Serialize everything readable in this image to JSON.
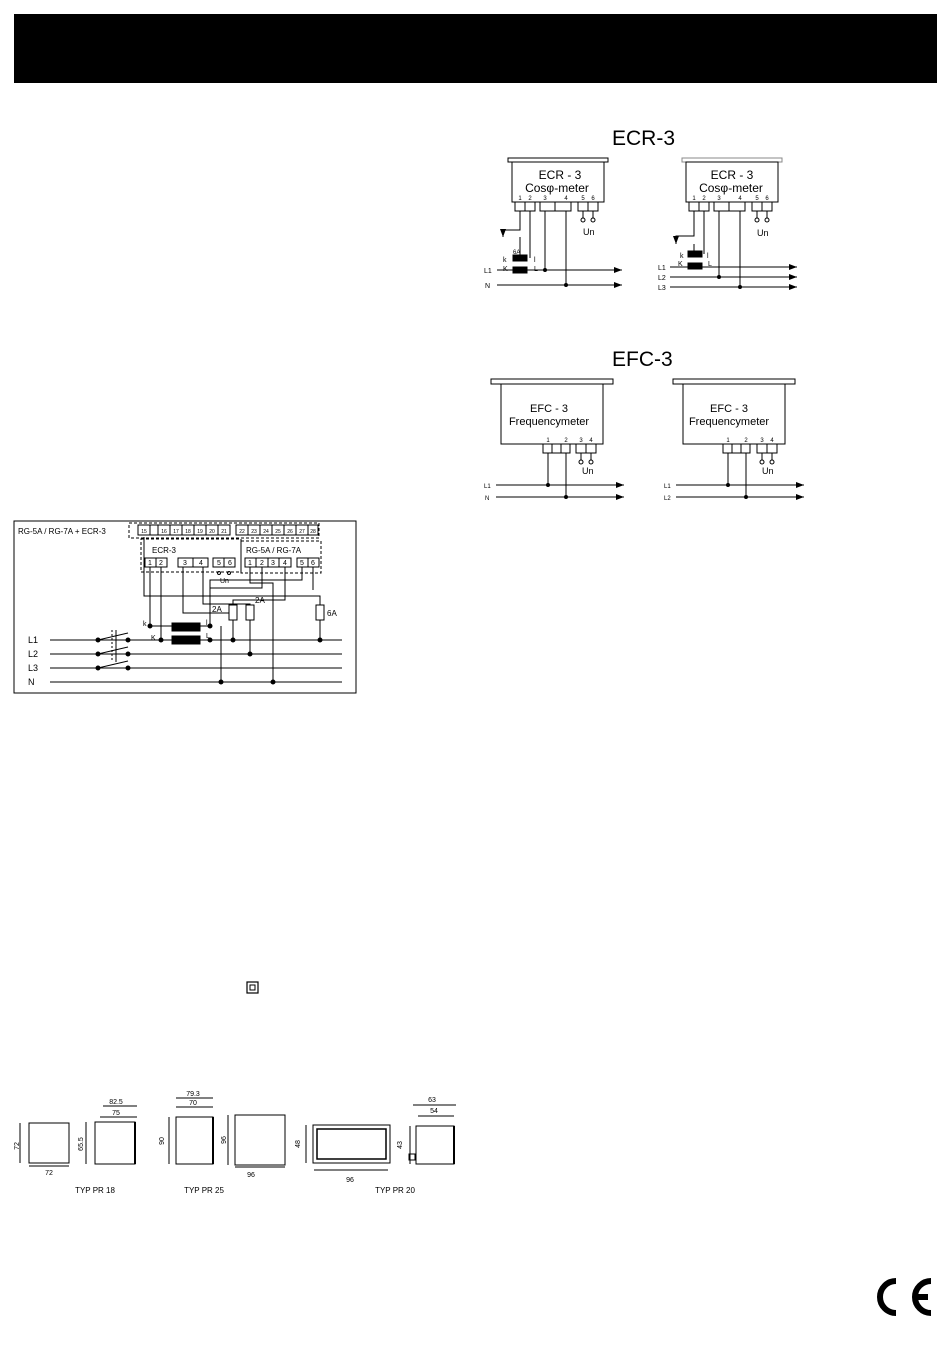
{
  "page": {
    "ecr_heading": "ECR-3",
    "efc_heading": "EFC-3"
  },
  "ecr_diagrams": {
    "device_title": "ECR - 3",
    "device_subtitle": "Cosφ-meter",
    "terminals": [
      "1",
      "2",
      "3",
      "4",
      "5",
      "6"
    ],
    "un": "Un",
    "left": {
      "fuse": "6A",
      "k": "k",
      "K": "K",
      "l": "l",
      "L": "L",
      "lines": [
        "L1",
        "N"
      ]
    },
    "right": {
      "k": "k",
      "K": "K",
      "l": "l",
      "L": "L",
      "lines": [
        "L1",
        "L2",
        "L3"
      ]
    }
  },
  "efc_diagrams": {
    "device_title": "EFC - 3",
    "device_subtitle": "Frequencymeter",
    "terminals": [
      "1",
      "2",
      "3",
      "4"
    ],
    "un": "Un",
    "left_lines": [
      "L1",
      "N"
    ],
    "right_lines": [
      "L1",
      "L2"
    ]
  },
  "combo_diagram": {
    "title": "RG-5A / RG-7A + ECR-3",
    "top_terminals": [
      "15",
      "",
      "16",
      "17",
      "18",
      "19",
      "20",
      "21"
    ],
    "top_terminals_right": [
      "22",
      "23",
      "24",
      "25",
      "26",
      "27",
      "28"
    ],
    "ecr_label": "ECR-3",
    "ecr_terminals": [
      "1",
      "2",
      "3",
      "4",
      "5",
      "6"
    ],
    "rg_label": "RG-5A / RG-7A",
    "rg_terminals": [
      "1",
      "2",
      "3",
      "4",
      "5",
      "6"
    ],
    "un": "Un",
    "fuses": [
      "2A",
      "2A",
      "6A"
    ],
    "k": "k",
    "K": "K",
    "l": "l",
    "L": "L",
    "lines": [
      "L1",
      "L2",
      "L3",
      "N"
    ]
  },
  "dimensions": {
    "pr18": {
      "caption": "TYP PR 18",
      "front_w": "72",
      "front_h": "72",
      "depth_total": "82.5",
      "depth": "75",
      "side_h": "65.5"
    },
    "pr25": {
      "caption": "TYP PR 25",
      "depth_total": "79.3",
      "depth": "70",
      "side_h": "90",
      "front_h": "96",
      "front_w": "96"
    },
    "pr20": {
      "caption": "TYP PR 20",
      "front_h": "48",
      "front_w": "96",
      "depth_total": "63",
      "depth": "54",
      "side_h": "43"
    }
  }
}
